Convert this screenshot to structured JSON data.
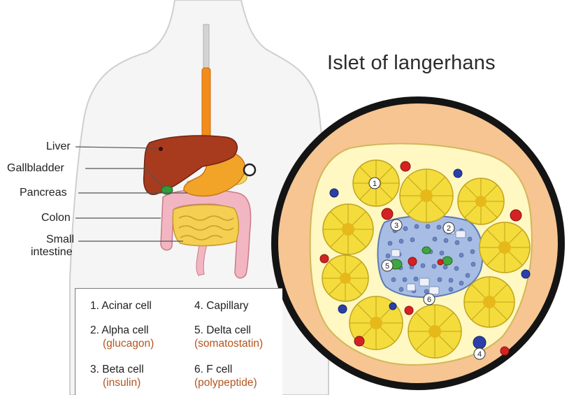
{
  "title": "Islet of langerhans",
  "organ_labels": {
    "liver": "Liver",
    "gallbladder": "Gallbladder",
    "pancreas": "Pancreas",
    "colon": "Colon",
    "small_intestine_1": "Small",
    "small_intestine_2": "intestine"
  },
  "legend": {
    "items": [
      {
        "label": "1. Acinar  cell",
        "sub": ""
      },
      {
        "label": "2. Alpha cell",
        "sub": "(glucagon)"
      },
      {
        "label": "3. Beta cell",
        "sub": "(insulin)"
      },
      {
        "label": "4. Capillary",
        "sub": ""
      },
      {
        "label": "5. Delta cell",
        "sub": "(somatostatin)"
      },
      {
        "label": "6. F cell",
        "sub": "(polypeptide)"
      }
    ]
  },
  "markers": [
    "1",
    "2",
    "3",
    "4",
    "5",
    "6"
  ],
  "colors": {
    "liver": "#a83a1e",
    "stomach": "#f2a428",
    "esophagus": "#f28c1a",
    "colon": "#f2b6c2",
    "small_intestine": "#f4cf52",
    "islet_border": "#141414",
    "islet_fill": "#f6c592",
    "acinar": "#f3dc3c",
    "beta_cell": "#a7bde4",
    "alpha_cell": "#eef1f7",
    "capillary": "#d42222",
    "delta_cell": "#3fa73f",
    "legend_sub_text": "#b5541e"
  }
}
